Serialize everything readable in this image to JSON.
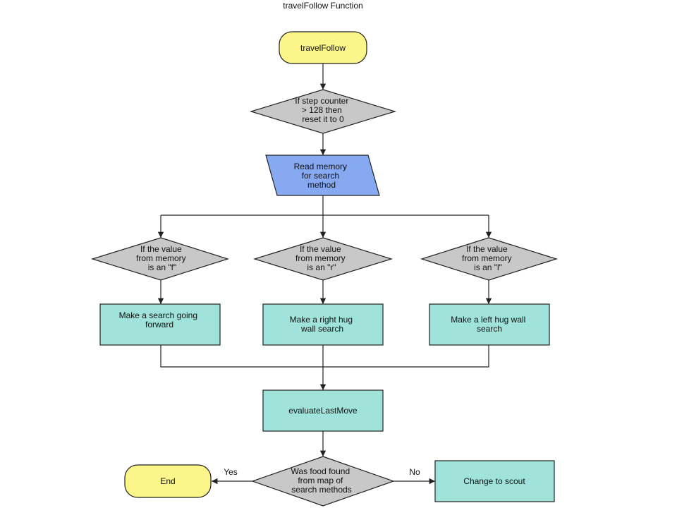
{
  "title": "travelFollow Function",
  "colors": {
    "terminal": "#fbf58a",
    "decision": "#c8c8c8",
    "io": "#86a9f2",
    "process": "#9fe3da",
    "stroke": "#222222"
  },
  "nodes": {
    "start": {
      "lines": [
        "travelFollow"
      ]
    },
    "step_check": {
      "lines": [
        "If step counter",
        "> 128 then",
        "reset it to 0"
      ]
    },
    "read_memory": {
      "lines": [
        "Read memory",
        "for search",
        "method"
      ]
    },
    "dec_f": {
      "lines": [
        "If the value",
        "from memory",
        "is an \"f\""
      ]
    },
    "dec_r": {
      "lines": [
        "If the value",
        "from memory",
        "is an \"r\""
      ]
    },
    "dec_l": {
      "lines": [
        "If the value",
        "from memory",
        "is an \"l\""
      ]
    },
    "search_forward": {
      "lines": [
        "Make a search going",
        "forward"
      ]
    },
    "search_right": {
      "lines": [
        "Make a right hug",
        "wall search"
      ]
    },
    "search_left": {
      "lines": [
        "Make a left hug wall",
        "search"
      ]
    },
    "evaluate": {
      "lines": [
        "evaluateLastMove"
      ]
    },
    "food_check": {
      "lines": [
        "Was food found",
        "from map of",
        "search methods"
      ]
    },
    "end": {
      "lines": [
        "End"
      ]
    },
    "scout": {
      "lines": [
        "Change to scout"
      ]
    }
  },
  "edge_labels": {
    "yes": "Yes",
    "no": "No"
  }
}
